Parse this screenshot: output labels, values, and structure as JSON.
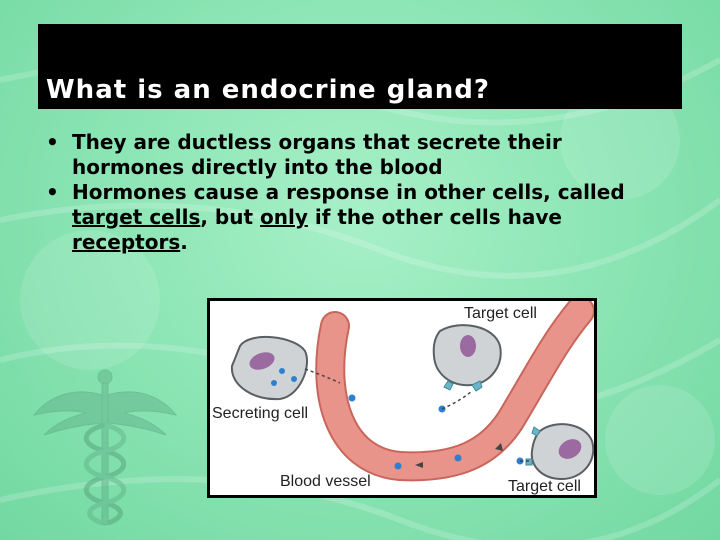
{
  "slide": {
    "title": "What is an endocrine gland?",
    "bullets": [
      {
        "text": "They are ductless organs that secrete their hormones directly into the blood"
      },
      {
        "parts": [
          "Hormones cause a response in other cells, called ",
          "target cells",
          ", but ",
          "only",
          " if the other cells have ",
          "receptors",
          "."
        ]
      }
    ],
    "bullet_symbol": "•"
  },
  "diagram": {
    "labels": {
      "target_cell_top": "Target cell",
      "secreting_cell": "Secreting cell",
      "blood_vessel": "Blood vessel",
      "target_cell_bottom": "Target cell"
    }
  },
  "colors": {
    "background": "#8ee6b6",
    "title_bar": "#000000",
    "title_text": "#ffffff",
    "vessel": "#e8948a",
    "vessel_outline": "#c9665c",
    "cell_fill": "#cfd3d6",
    "nucleus": "#9a6aa0",
    "hormone": "#2f7fd0",
    "receptor": "#6ab6c8"
  },
  "icons": {
    "decoration": "caduceus-icon"
  }
}
